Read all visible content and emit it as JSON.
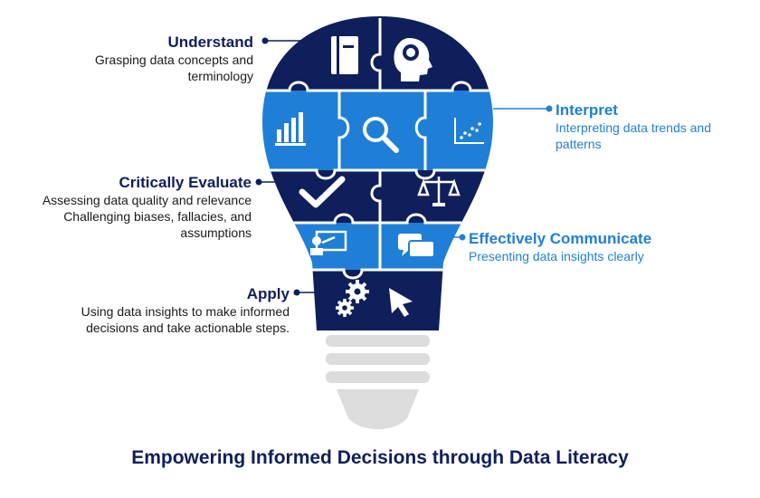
{
  "steps": {
    "understand": {
      "title": "Understand",
      "desc_line1": "Grasping data concepts and",
      "desc_line2": "terminology"
    },
    "interpret": {
      "title": "Interpret",
      "desc_line1": "Interpreting data trends and",
      "desc_line2": "patterns"
    },
    "evaluate": {
      "title": "Critically Evaluate",
      "desc_line1": "Assessing data quality and relevance",
      "desc_line2": "Challenging biases, fallacies, and",
      "desc_line3": "assumptions"
    },
    "communicate": {
      "title": "Effectively Communicate",
      "desc_line1": "Presenting data insights clearly"
    },
    "apply": {
      "title": "Apply",
      "desc_line1": "Using data insights to make informed",
      "desc_line2": "decisions and take actionable steps."
    }
  },
  "footer": "Empowering Informed Decisions through Data Literacy",
  "icons": [
    "book-icon",
    "brain-head-icon",
    "bar-chart-icon",
    "magnifier-icon",
    "scatter-chart-icon",
    "checkmark-icon",
    "scales-icon",
    "presentation-icon",
    "chat-bubbles-icon",
    "gears-icon",
    "cursor-icon"
  ],
  "colors": {
    "dark_navy": "#0f1f5c",
    "bright_blue": "#1f7fd6",
    "bulb_base": "#dcdcdc"
  }
}
